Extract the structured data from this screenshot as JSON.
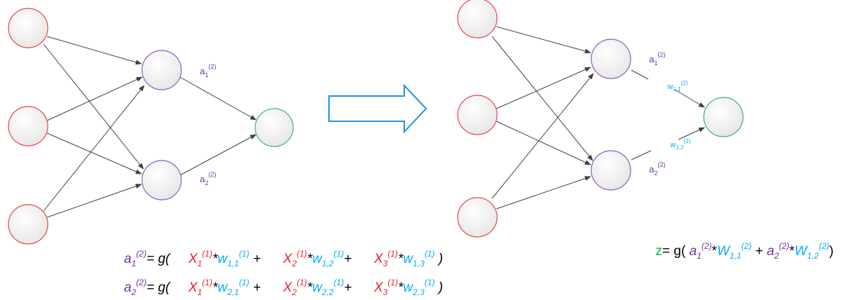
{
  "left_network": {
    "hidden_labels": [
      {
        "base": "a",
        "sub": "1",
        "sup": "(2)"
      },
      {
        "base": "a",
        "sub": "2",
        "sup": "(2)"
      }
    ]
  },
  "right_network": {
    "hidden_labels": [
      {
        "base": "a",
        "sub": "1",
        "sup": "(2)"
      },
      {
        "base": "a",
        "sub": "2",
        "sup": "(2)"
      }
    ],
    "weight_labels": [
      {
        "base": "w",
        "sub": "1,1",
        "sup": "(2)"
      },
      {
        "base": "w",
        "sub": "1,2",
        "sup": "(2)"
      }
    ]
  },
  "formulas": {
    "a1": {
      "lhs": "a",
      "lhs_sub": "1",
      "lhs_sup": "(2)",
      "eq": "= g(",
      "terms": [
        {
          "x": "X",
          "x_sub": "1",
          "x_sup": "(1)",
          "op": "*",
          "w": "w",
          "w_sub": "1,1",
          "w_sup": "(1)",
          "plus": " + "
        },
        {
          "x": "X",
          "x_sub": "2",
          "x_sup": "(1)",
          "op": "*",
          "w": "w",
          "w_sub": "1,2",
          "w_sup": "(1)",
          "plus": "+ "
        },
        {
          "x": "X",
          "x_sub": "3",
          "x_sup": "(1)",
          "op": "*",
          "w": "w",
          "w_sub": "1,3",
          "w_sup": "(1)",
          "plus": ""
        }
      ],
      "close": " )"
    },
    "a2": {
      "lhs": "a",
      "lhs_sub": "2",
      "lhs_sup": "(2)",
      "eq": "= g(",
      "terms": [
        {
          "x": "X",
          "x_sub": "1",
          "x_sup": "(1)",
          "op": "*",
          "w": "w",
          "w_sub": "2,1",
          "w_sup": "(1)",
          "plus": " + "
        },
        {
          "x": "X",
          "x_sub": "2",
          "x_sup": "(1)",
          "op": "*",
          "w": "w",
          "w_sub": "2,2",
          "w_sup": "(1)",
          "plus": "+ "
        },
        {
          "x": "X",
          "x_sub": "3",
          "x_sup": "(1)",
          "op": "*",
          "w": "w",
          "w_sub": "2,3",
          "w_sup": "(1)",
          "plus": ""
        }
      ],
      "close": " )"
    },
    "z": {
      "lhs": "z",
      "eq": "= g( ",
      "t1": {
        "a": "a",
        "a_sub": "1",
        "a_sup": "(2)",
        "op": "*",
        "w": "W",
        "w_sub": "1,1",
        "w_sup": "(2)"
      },
      "plus": " + ",
      "t2": {
        "a": "a",
        "a_sub": "2",
        "a_sup": "(2)",
        "op": "*",
        "w": "W",
        "w_sub": "1,2",
        "w_sup": "(2)"
      },
      "close": ")"
    }
  },
  "colors": {
    "input_stroke": "#e8454a",
    "hidden_stroke": "#8e5cc4",
    "output_stroke": "#3cb371",
    "node_fill_top": "#ffffff",
    "node_fill_bottom": "#ececec",
    "edge": "#404040",
    "arrow": "#1e90e6"
  }
}
